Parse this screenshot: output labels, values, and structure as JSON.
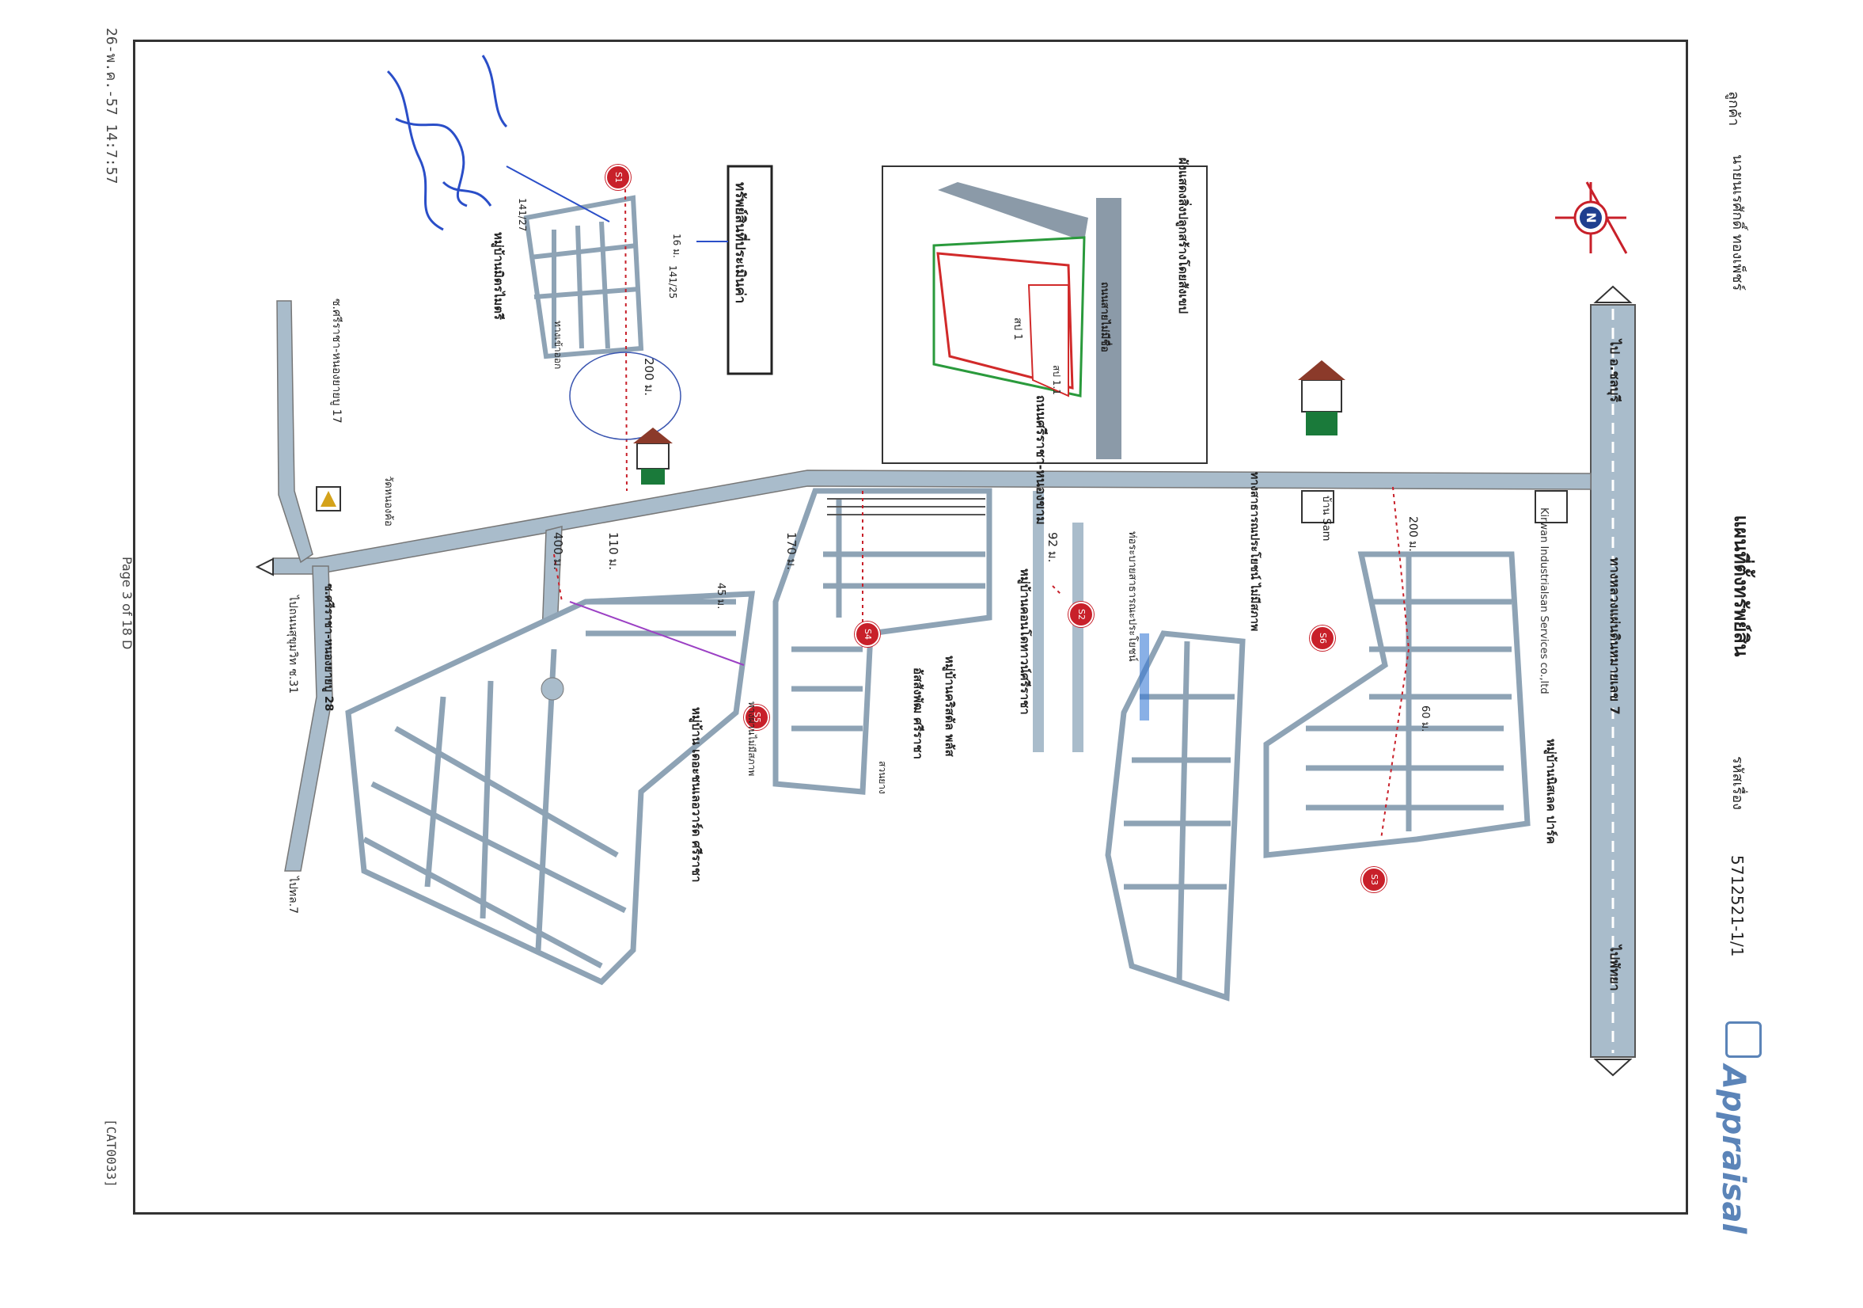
{
  "header": {
    "title": "แผนที่ตั้งทรัพย์สิน",
    "customer_label": "ลูกค้า",
    "customer_name": "นายนเรศักดิ์ ทองเพ็ชร์",
    "ref_label": "รหัสเรื่อง",
    "ref_number": "5712521-1/1"
  },
  "brand": {
    "name": "Appraisal",
    "color": "#5b84b8"
  },
  "roads": {
    "main_highway": "ทางหลวงแผ่นดินหมายเลข 7",
    "to_chonburi": "ไป อ.ชลบุรี",
    "to_pattaya": "ไปพัทยา",
    "sriracha_nongkham": "ถนนศรีราชา-หนองขาม",
    "alley_nongyai_17": "ซ.ศรีราชา-หนองยายบู 17",
    "alley_nongyai_28": "ซ.ศรีราชา-หนองยายบู 28",
    "to_sukhumvit": "ไปถนนสุขุมวิท ซ.31",
    "to_route7": "ไปทล.7"
  },
  "places": {
    "asset": "ทรัพย์สินที่ประเมินค่า",
    "mitri_village": "หมู่บ้านมิตรไมตรี",
    "temple": "วัดหนองค้อ",
    "building_plan_title": "ผังแสดงสิ่งปลูกสร้างโดยสังเขป",
    "no_name_road": "ถนนสายไม่มีชื่อ",
    "plan_label_1": "สป 1",
    "plan_label_11": "สป 1.1",
    "kirwan": "Kirwan Industrialsan Services co.,ltd",
    "public_way": "ทางสาธารณประโยชน์ ไม่มีสภาพ",
    "baan_sam": "บ้าน Sam",
    "condo_village": "หมู่บ้านคอนโดทาวน์ศรีราชา",
    "crystal_village": "หมู่บ้านคริสตัล พลัส",
    "sangwan_village": "อัสสังพัฒ ศรีราชา",
    "garden_park": "หมู่บ้านนิสเลค ปาร์ค",
    "country_village": "หมู่บ้าน เดอะชนเลอวาร์ด ศรีราชา",
    "public_reservoir": "ท่อระบายสาธารณะประโยชน์",
    "land_plot": "สวนยาง",
    "canal": "ทางผ่านไม่มีสภาพ"
  },
  "distances": {
    "d200": "200 ม.",
    "d200b": "200 ม.",
    "d170": "170 ม.",
    "d110": "110 ม.",
    "d92": "92 ม.",
    "d400": "400 ม.",
    "d45": "45 ม.",
    "d60": "60 ม."
  },
  "parcels": {
    "p1": "141/25",
    "p2": "141/27",
    "p3": "16 ม.",
    "p4": "ทางเข้าออก"
  },
  "markers": [
    "S1",
    "S2",
    "S3",
    "S4",
    "S5",
    "S6"
  ],
  "compass": "N",
  "footer": {
    "timestamp": "26-พ.ค.-57 14:7:57",
    "page": "Page 3 of 18 D",
    "code": "[CAT0033]"
  },
  "colors": {
    "road": "#9fb3c4",
    "block": "#a8bac8",
    "marker": "#c8202a",
    "signature": "#2a4ec8",
    "plan_red": "#d12a2a",
    "plan_green": "#2a9a3c"
  }
}
